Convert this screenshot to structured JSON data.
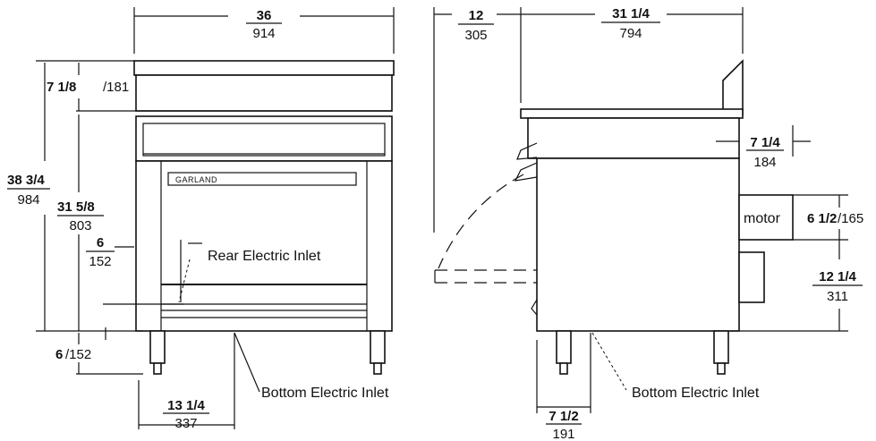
{
  "front_view": {
    "width_fraction": "36",
    "width_mm": "914",
    "top_height_fraction": "7 1/8",
    "top_height_mm": "/181",
    "total_height_fraction": "38 3/4",
    "total_height_mm": "984",
    "body_height_fraction": "31 5/8",
    "body_height_mm": "803",
    "inlet_height_fraction": "6",
    "inlet_height_mm": "152",
    "leg_height_fraction": "6",
    "leg_height_mm": "/152",
    "bottom_offset_fraction": "13 1/4",
    "bottom_offset_mm": "337",
    "brand": "GARLAND",
    "rear_inlet_label": "Rear Electric Inlet",
    "bottom_inlet_label": "Bottom Electric Inlet"
  },
  "side_view": {
    "rear_clearance_fraction": "12",
    "rear_clearance_mm": "305",
    "depth_fraction": "31 1/4",
    "depth_mm": "794",
    "motor_depth_fraction": "7 1/4",
    "motor_depth_mm": "184",
    "motor_label": "motor",
    "motor_height_fraction": "6 1/2",
    "motor_height_mm": "/165",
    "motor_elevation_fraction": "12 1/4",
    "motor_elevation_mm": "311",
    "bottom_offset_fraction": "7 1/2",
    "bottom_offset_mm": "191",
    "bottom_inlet_label": "Bottom Electric Inlet"
  }
}
